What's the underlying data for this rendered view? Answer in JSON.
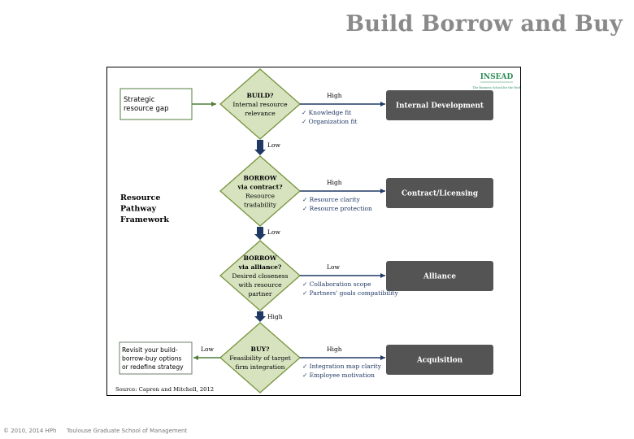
{
  "title": "Build Borrow and Buy",
  "logo": {
    "name": "INSEAD",
    "tagline": "The Business School for the World",
    "color": "#2e8b57"
  },
  "framework_label": [
    "Resource",
    "Pathway",
    "Framework"
  ],
  "start_box": [
    "Strategic",
    "resource gap"
  ],
  "decisions": [
    {
      "lines": [
        "BUILD?",
        "Internal resource",
        "relevance"
      ],
      "high": "High",
      "down": "Low",
      "criteria": [
        "✓  Knowledge fit",
        "✓  Organization fit"
      ],
      "outcome": "Internal Development"
    },
    {
      "lines": [
        "BORROW",
        "via contract?",
        "Resource",
        "tradability"
      ],
      "high": "High",
      "down": "Low",
      "criteria": [
        "✓  Resource clarity",
        "✓  Resource protection"
      ],
      "outcome": "Contract/Licensing"
    },
    {
      "lines": [
        "BORROW",
        "via alliance?",
        "Desired closeness",
        "with resource",
        "partner"
      ],
      "high": "Low",
      "down": "High",
      "criteria": [
        "✓  Collaboration scope",
        "✓  Partners' goals compatibility"
      ],
      "outcome": "Alliance"
    },
    {
      "lines": [
        "BUY?",
        "Feasibility of target",
        "firm integration"
      ],
      "high": "High",
      "left": "Low",
      "criteria": [
        "✓  Integration map clarity",
        "✓  Employee motivation"
      ],
      "outcome": "Acquisition"
    }
  ],
  "revisit_box": [
    "Revisit your build-",
    "borrow-buy options",
    "or redefine strategy"
  ],
  "source": "Source:   Capron and Mitchell, 2012",
  "footer": {
    "copyright": "© 2010, 2014 HPh",
    "school": "Toulouse Graduate School of Management"
  },
  "colors": {
    "diamond_fill": "#d7e3bf",
    "diamond_stroke": "#77933c",
    "outcome_fill": "#545454",
    "outcome_text": "#ffffff",
    "arrow": "#1f3864",
    "criteria_text": "#1f3864",
    "start_stroke": "#4f7f3a"
  }
}
